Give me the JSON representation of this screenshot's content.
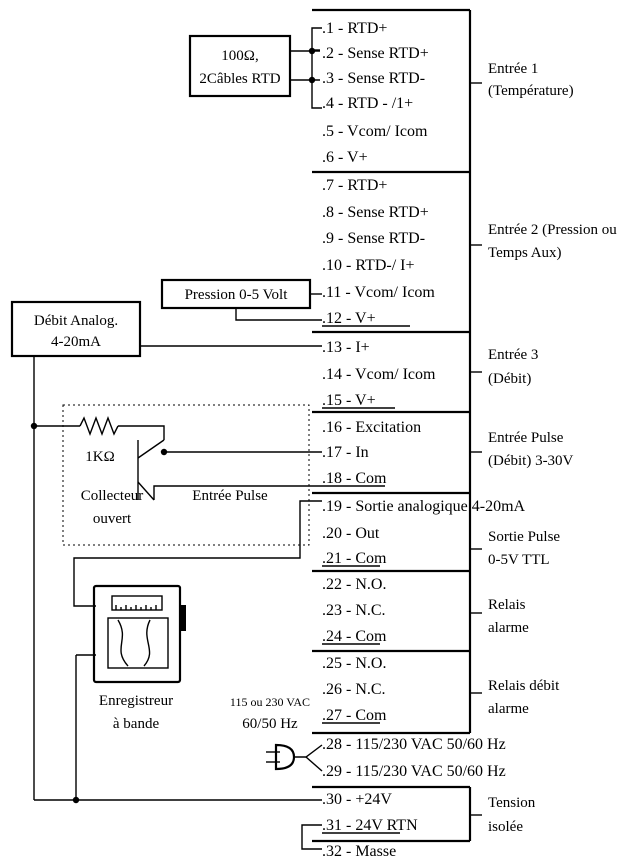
{
  "terminals": [
    ".1 - RTD+",
    ".2 - Sense RTD+",
    ".3 - Sense RTD-",
    ".4 - RTD - /1+",
    ".5 - Vcom/ Icom",
    ".6 - V+",
    ".7 - RTD+",
    ".8 - Sense RTD+",
    ".9 - Sense RTD-",
    ".10 - RTD-/ I+",
    ".11 - Vcom/ Icom",
    ".12 - V+",
    ".13 - I+",
    ".14 - Vcom/ Icom",
    ".15 - V+",
    ".16 - Excitation",
    ".17 - In",
    ".18 - Com",
    ".19 - Sortie analogique 4-20mA",
    ".20 - Out",
    ".21 - Com",
    ".22 - N.O.",
    ".23 - N.C.",
    ".24 - Com",
    ".25 - N.O.",
    ".26 - N.C.",
    ".27 - Com",
    ".28 - 115/230 VAC 50/60 Hz",
    ".29 - 115/230 VAC 50/60 Hz",
    ".30 - +24V",
    ".31 - 24V RTN",
    ".32 - Masse"
  ],
  "groups": {
    "entree1": [
      "Entrée 1",
      "(Température)"
    ],
    "entree2": [
      "Entrée 2 (Pression ou",
      "Temps Aux)"
    ],
    "entree3": [
      "Entrée 3",
      "(Débit)"
    ],
    "entree_pulse": [
      "Entrée Pulse",
      "(Débit) 3-30V"
    ],
    "sortie_pulse": [
      "Sortie Pulse",
      "0-5V TTL"
    ],
    "relais_alarme": [
      "Relais",
      "alarme"
    ],
    "relais_debit": [
      "Relais débit",
      "alarme"
    ],
    "tension": [
      "Tension",
      "isolée"
    ]
  },
  "devices": {
    "rtd_box": [
      "100Ω,",
      "2Câbles RTD"
    ],
    "pression_box": "Pression 0-5 Volt",
    "debit_box": [
      "Débit Analog.",
      "4-20mA"
    ],
    "resistor": "1KΩ",
    "collecteur": [
      "Collecteur",
      "ouvert"
    ],
    "entree_pulse_label": "Entrée Pulse",
    "enregistreur": [
      "Enregistreur",
      "à bande"
    ],
    "power_source": [
      "115 ou 230 VAC",
      "60/50 Hz"
    ]
  }
}
